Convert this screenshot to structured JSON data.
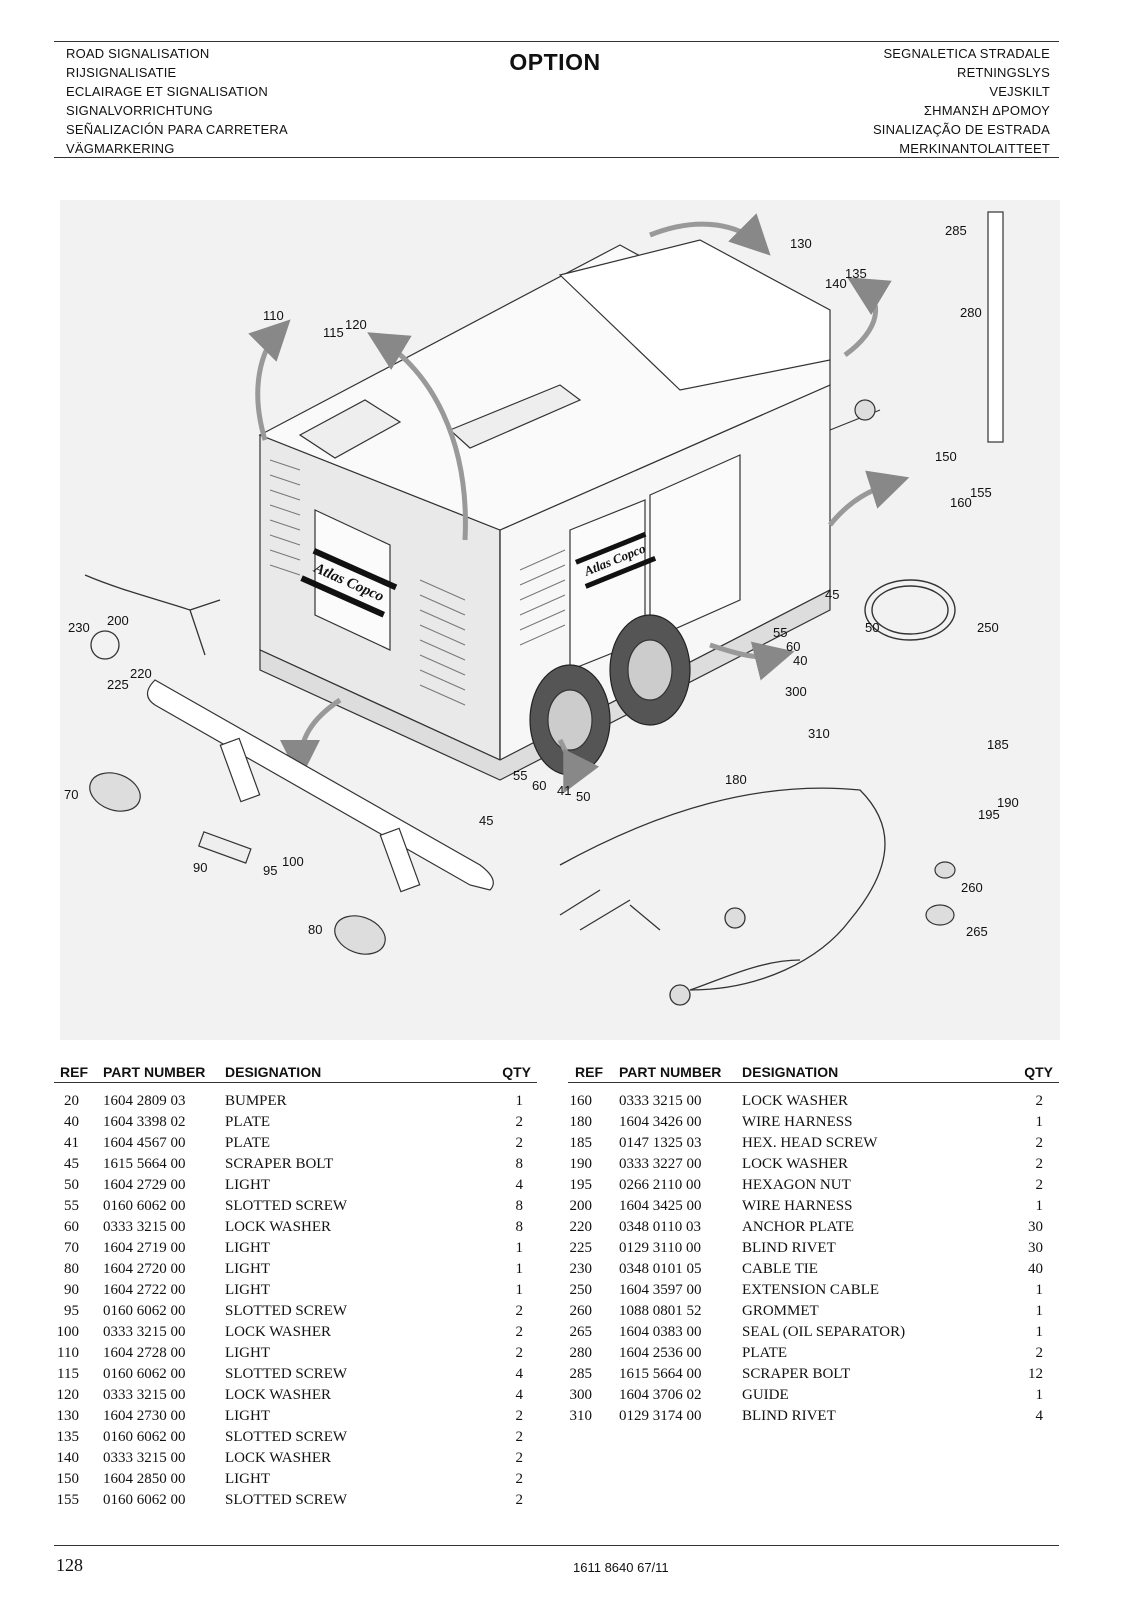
{
  "header": {
    "left_lines": [
      "ROAD SIGNALISATION",
      "RIJSIGNALISATIE",
      "ECLAIRAGE ET SIGNALISATION",
      "SIGNALVORRICHTUNG",
      "SEÑALIZACIÓN PARA CARRETERA",
      "VÄGMARKERING"
    ],
    "title": "OPTION",
    "right_lines": [
      "SEGNALETICA STRADALE",
      "RETNINGSLYS",
      "VEJSKILT",
      "ΣΗΜΑΝΣΗ ΔΡΟΜΟΥ",
      "SINALIZAÇÃO DE ESTRADA",
      "MERKINANTOLAITTEET"
    ]
  },
  "diagram": {
    "brand": "Atlas Copco",
    "callouts": [
      "285",
      "130",
      "135",
      "140",
      "110",
      "115",
      "120",
      "280",
      "150",
      "155",
      "160",
      "45",
      "50",
      "55",
      "60",
      "40",
      "250",
      "200",
      "230",
      "220",
      "225",
      "300",
      "310",
      "185",
      "190",
      "195",
      "180",
      "55",
      "60",
      "41",
      "50",
      "45",
      "70",
      "90",
      "95",
      "100",
      "80",
      "260",
      "265"
    ]
  },
  "columns": {
    "ref": "REF",
    "part_number": "PART NUMBER",
    "designation": "DESIGNATION",
    "qty": "QTY"
  },
  "table_left": [
    {
      "ref": "20",
      "part": "1604 2809 03",
      "designation": "BUMPER",
      "qty": "1"
    },
    {
      "ref": "40",
      "part": "1604 3398 02",
      "designation": "PLATE",
      "qty": "2"
    },
    {
      "ref": "41",
      "part": "1604 4567 00",
      "designation": "PLATE",
      "qty": "2"
    },
    {
      "ref": "45",
      "part": "1615 5664 00",
      "designation": "SCRAPER BOLT",
      "qty": "8"
    },
    {
      "ref": "50",
      "part": "1604 2729 00",
      "designation": "LIGHT",
      "qty": "4"
    },
    {
      "ref": "55",
      "part": "0160 6062 00",
      "designation": "SLOTTED SCREW",
      "qty": "8"
    },
    {
      "ref": "60",
      "part": "0333 3215 00",
      "designation": "LOCK WASHER",
      "qty": "8"
    },
    {
      "ref": "70",
      "part": "1604 2719 00",
      "designation": "LIGHT",
      "qty": "1"
    },
    {
      "ref": "80",
      "part": "1604 2720 00",
      "designation": "LIGHT",
      "qty": "1"
    },
    {
      "ref": "90",
      "part": "1604 2722 00",
      "designation": "LIGHT",
      "qty": "1"
    },
    {
      "ref": "95",
      "part": "0160 6062 00",
      "designation": "SLOTTED SCREW",
      "qty": "2"
    },
    {
      "ref": "100",
      "part": "0333 3215 00",
      "designation": "LOCK WASHER",
      "qty": "2"
    },
    {
      "ref": "110",
      "part": "1604 2728 00",
      "designation": "LIGHT",
      "qty": "2"
    },
    {
      "ref": "115",
      "part": "0160 6062 00",
      "designation": "SLOTTED SCREW",
      "qty": "4"
    },
    {
      "ref": "120",
      "part": "0333 3215 00",
      "designation": "LOCK WASHER",
      "qty": "4"
    },
    {
      "ref": "130",
      "part": "1604 2730 00",
      "designation": "LIGHT",
      "qty": "2"
    },
    {
      "ref": "135",
      "part": "0160 6062 00",
      "designation": "SLOTTED SCREW",
      "qty": "2"
    },
    {
      "ref": "140",
      "part": "0333 3215 00",
      "designation": "LOCK WASHER",
      "qty": "2"
    },
    {
      "ref": "150",
      "part": "1604 2850 00",
      "designation": "LIGHT",
      "qty": "2"
    },
    {
      "ref": "155",
      "part": "0160 6062 00",
      "designation": "SLOTTED SCREW",
      "qty": "2"
    }
  ],
  "table_right": [
    {
      "ref": "160",
      "part": "0333 3215 00",
      "designation": "LOCK WASHER",
      "qty": "2"
    },
    {
      "ref": "180",
      "part": "1604 3426 00",
      "designation": "WIRE HARNESS",
      "qty": "1"
    },
    {
      "ref": "185",
      "part": "0147 1325 03",
      "designation": "HEX. HEAD SCREW",
      "qty": "2"
    },
    {
      "ref": "190",
      "part": "0333 3227 00",
      "designation": "LOCK WASHER",
      "qty": "2"
    },
    {
      "ref": "195",
      "part": "0266 2110 00",
      "designation": "HEXAGON NUT",
      "qty": "2"
    },
    {
      "ref": "200",
      "part": "1604 3425 00",
      "designation": "WIRE HARNESS",
      "qty": "1"
    },
    {
      "ref": "220",
      "part": "0348 0110 03",
      "designation": "ANCHOR PLATE",
      "qty": "30"
    },
    {
      "ref": "225",
      "part": "0129 3110 00",
      "designation": "BLIND RIVET",
      "qty": "30"
    },
    {
      "ref": "230",
      "part": "0348 0101 05",
      "designation": "CABLE TIE",
      "qty": "40"
    },
    {
      "ref": "250",
      "part": "1604 3597 00",
      "designation": "EXTENSION CABLE",
      "qty": "1"
    },
    {
      "ref": "260",
      "part": "1088 0801 52",
      "designation": "GROMMET",
      "qty": "1"
    },
    {
      "ref": "265",
      "part": "1604 0383 00",
      "designation": "SEAL (OIL SEPARATOR)",
      "qty": "1"
    },
    {
      "ref": "280",
      "part": "1604 2536 00",
      "designation": "PLATE",
      "qty": "2"
    },
    {
      "ref": "285",
      "part": "1615 5664 00",
      "designation": "SCRAPER BOLT",
      "qty": "12"
    },
    {
      "ref": "300",
      "part": "1604 3706 02",
      "designation": "GUIDE",
      "qty": "1"
    },
    {
      "ref": "310",
      "part": "0129 3174 00",
      "designation": "BLIND RIVET",
      "qty": "4"
    }
  ],
  "footer": {
    "page_number": "128",
    "doc_number": "1611 8640 67/11"
  }
}
